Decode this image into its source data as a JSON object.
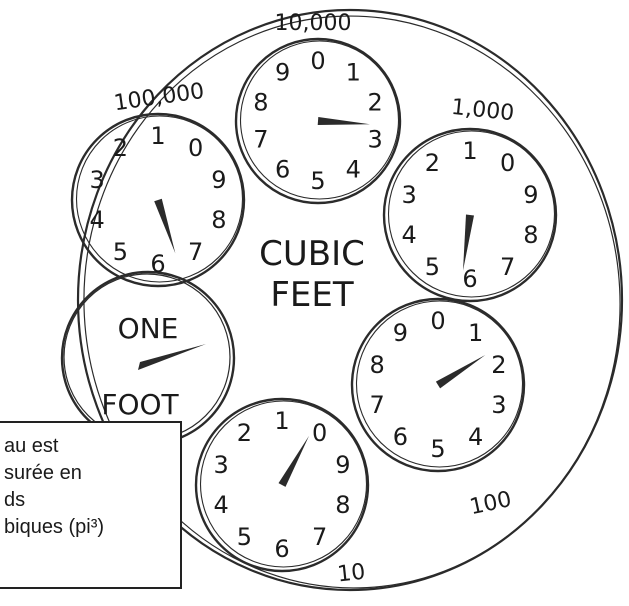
{
  "meter": {
    "center_label": [
      "CUBIC",
      "FEET"
    ],
    "dials": [
      {
        "id": "100000",
        "label": "100,000",
        "digits": [
          "1",
          "0",
          "9",
          "8",
          "7",
          "6",
          "5",
          "4",
          "3",
          "2"
        ],
        "pointer": 4.5
      },
      {
        "id": "10000",
        "label": "10,000",
        "digits": [
          "0",
          "1",
          "2",
          "3",
          "4",
          "5",
          "6",
          "7",
          "8",
          "9"
        ],
        "pointer": 2.6
      },
      {
        "id": "1000",
        "label": "1,000",
        "digits": [
          "1",
          "0",
          "9",
          "8",
          "7",
          "6",
          "5",
          "4",
          "3",
          "2"
        ],
        "pointer": 5.2
      },
      {
        "id": "100",
        "label": "100",
        "digits": [
          "0",
          "1",
          "2",
          "3",
          "4",
          "5",
          "6",
          "7",
          "8",
          "9"
        ],
        "pointer": 1.6
      },
      {
        "id": "10",
        "label": "10",
        "digits": [
          "1",
          "0",
          "9",
          "8",
          "7",
          "6",
          "5",
          "4",
          "3",
          "2"
        ],
        "pointer": 0.8
      }
    ],
    "foot_dial": {
      "label": [
        "ONE",
        "FOOT"
      ]
    }
  },
  "note": {
    "lines": [
      "au est",
      "surée en",
      "ds",
      "biques (pi³)"
    ]
  }
}
